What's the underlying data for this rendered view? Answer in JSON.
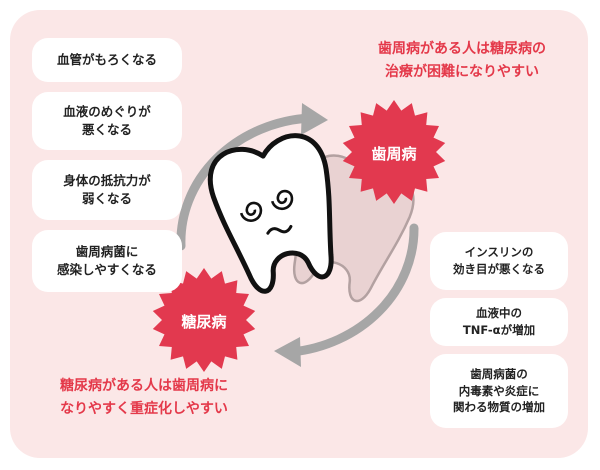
{
  "left_effects": [
    [
      "血管がもろくなる"
    ],
    [
      "血液のめぐりが",
      "悪くなる"
    ],
    [
      "身体の抵抗力が",
      "弱くなる"
    ],
    [
      "歯周病菌に",
      "感染しやすくなる"
    ]
  ],
  "right_effects": [
    [
      "インスリンの",
      "効き目が悪くなる"
    ],
    [
      "血液中の",
      "TNF-αが増加"
    ],
    [
      "歯周病菌の",
      "内毒素や炎症に",
      "関わる物質の増加"
    ]
  ],
  "periodontal_label": "歯周病",
  "diabetes_label": "糖尿病",
  "note_top": [
    "歯周病がある人は糖尿病の",
    "治療が困難になりやすい"
  ],
  "note_bottom": [
    "糖尿病がある人は歯周病に",
    "なりやすく重症化しやすい"
  ],
  "colors": {
    "background": "#fbe7e7",
    "burst": "#e2394f",
    "accent_text": "#e4394a",
    "arrow": "#a6a6a6",
    "card": "#ffffff"
  },
  "icons": [
    "sick-tooth-icon",
    "shadow-tooth-icon",
    "cycle-arrow-icon"
  ]
}
